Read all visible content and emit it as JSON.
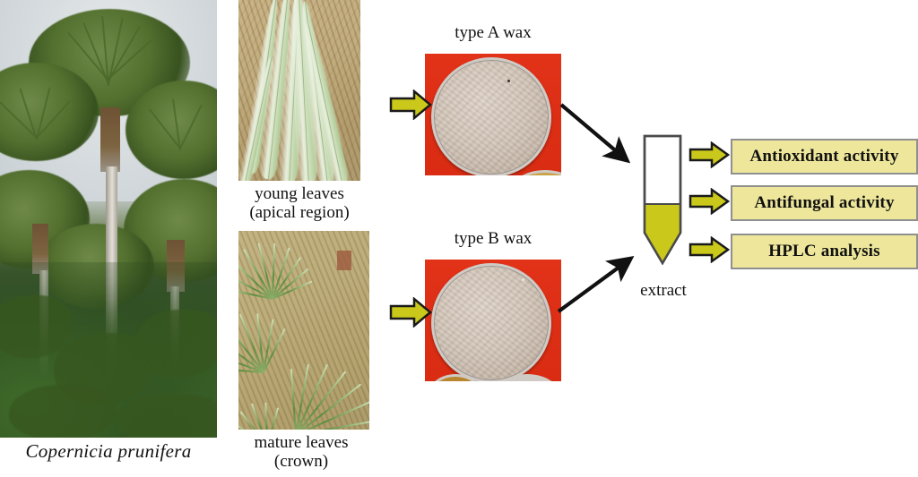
{
  "figure": {
    "type": "graphical-abstract",
    "species_caption": "Copernicia prunifera",
    "samples": [
      {
        "id": "young",
        "caption_line1": "young leaves",
        "caption_line2": "(apical region)",
        "product_label": "type A wax"
      },
      {
        "id": "mature",
        "caption_line1": "mature leaves",
        "caption_line2": "(crown)",
        "product_label": "type B wax"
      }
    ],
    "extract_label": "extract",
    "analyses": [
      {
        "label": "Antioxidant activity"
      },
      {
        "label": "Antifungal activity"
      },
      {
        "label": "HPLC analysis"
      }
    ],
    "colors": {
      "arrow_yellow": "#c9c81b",
      "arrow_outline": "#1a1a1a",
      "box_fill": "#eee79b",
      "box_border": "#8f8f8f",
      "extract_liquid": "#c9c81b",
      "petri_background_red": "#dd2f15",
      "wax_powder": "#d3c5b8"
    },
    "icons": {
      "block_arrow": "block-arrow-right-icon",
      "diagonal_arrow": "diagonal-arrow-icon",
      "test_tube": "test-tube-icon"
    }
  }
}
